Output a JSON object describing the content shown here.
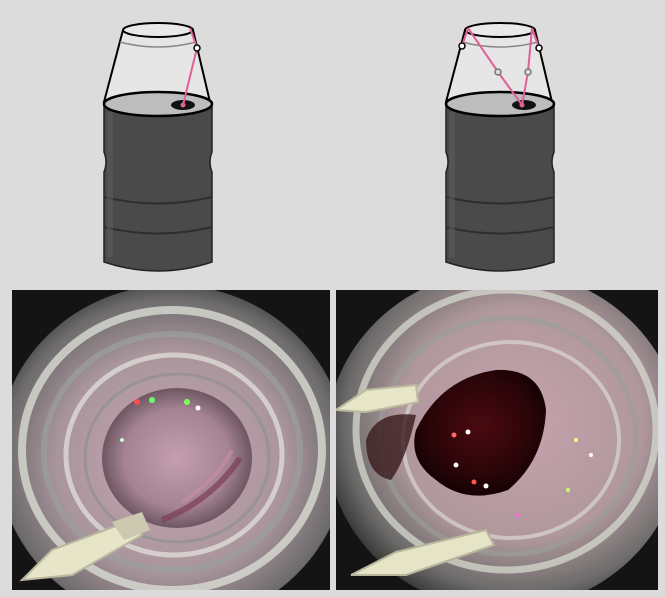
{
  "figure": {
    "panels": [
      {
        "id": "top-left",
        "kind": "illustration",
        "subject": "bottle-single-suture"
      },
      {
        "id": "top-right",
        "kind": "illustration",
        "subject": "bottle-purse-string-suture"
      },
      {
        "id": "bottom-left",
        "kind": "endoscopic-photo",
        "subject": "closed-lumen"
      },
      {
        "id": "bottom-right",
        "kind": "endoscopic-photo",
        "subject": "open-lumen"
      }
    ],
    "colors": {
      "background": "#dcdcdc",
      "bottle_body": "#4a4a4a",
      "bottle_top": "#bdbdbd",
      "suture": "#e0609a",
      "tissue": "#b89aa4",
      "lumen_dark": "#2a0508"
    }
  }
}
